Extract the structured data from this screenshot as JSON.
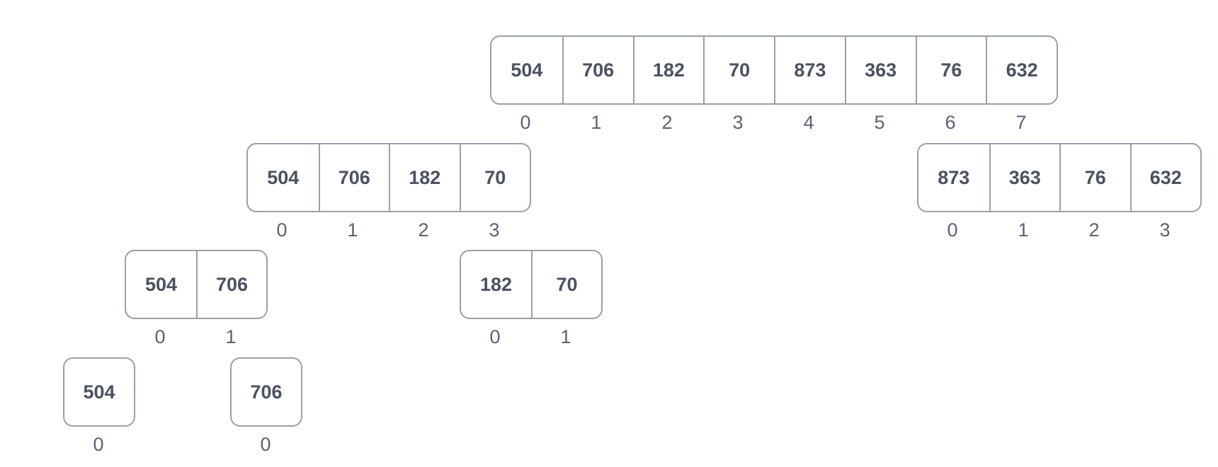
{
  "arrays": [
    {
      "id": "root",
      "values": [
        "504",
        "706",
        "182",
        "70",
        "873",
        "363",
        "76",
        "632"
      ],
      "indices": [
        "0",
        "1",
        "2",
        "3",
        "4",
        "5",
        "6",
        "7"
      ]
    },
    {
      "id": "left",
      "values": [
        "504",
        "706",
        "182",
        "70"
      ],
      "indices": [
        "0",
        "1",
        "2",
        "3"
      ]
    },
    {
      "id": "right",
      "values": [
        "873",
        "363",
        "76",
        "632"
      ],
      "indices": [
        "0",
        "1",
        "2",
        "3"
      ]
    },
    {
      "id": "left-left",
      "values": [
        "504",
        "706"
      ],
      "indices": [
        "0",
        "1"
      ]
    },
    {
      "id": "left-right",
      "values": [
        "182",
        "70"
      ],
      "indices": [
        "0",
        "1"
      ]
    },
    {
      "id": "left-left-left",
      "values": [
        "504"
      ],
      "indices": [
        "0"
      ]
    },
    {
      "id": "left-left-right",
      "values": [
        "706"
      ],
      "indices": [
        "0"
      ]
    }
  ]
}
